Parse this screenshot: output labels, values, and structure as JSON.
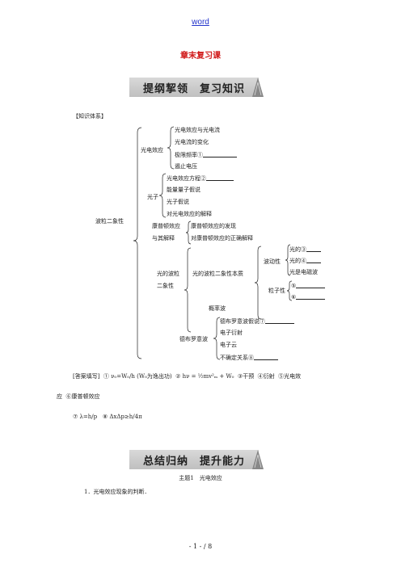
{
  "header": {
    "link_text": "word"
  },
  "chapter_title": "章末复习课",
  "banner1": {
    "text": "提纲挈领　复习知识"
  },
  "system_label": "【知识体系】",
  "tree": {
    "root": "波粒二象性",
    "pe": {
      "label": "光电效应",
      "items": [
        "光电效应与光电流",
        "光电流的变化",
        "极限频率①",
        "遏止电压"
      ]
    },
    "photon": {
      "label": "光子",
      "items": [
        "光电效应方程②",
        "能量量子假说",
        "光子假说",
        "对光电效应的解释"
      ]
    },
    "compton": {
      "label_line1": "康普顿效应",
      "label_line2": "与其解释",
      "items": [
        "康普顿效应的发现",
        "对康普顿效应的正确解释"
      ]
    },
    "light_dual": {
      "label_line1": "光的波粒",
      "label_line2": "二象性",
      "nature_label": "光的波粒二象性本质",
      "wave_label": "波动性",
      "wave_items": [
        "光的③",
        "光的④",
        "光是电磁波"
      ],
      "particle_label": "粒子性",
      "particle_items": [
        "⑤",
        "⑥"
      ],
      "prob": "概率波"
    },
    "debroglie": {
      "label": "德布罗意波",
      "items": [
        "德布罗意波假说⑦",
        "电子衍射",
        "电子云",
        "不确定关系⑧"
      ]
    }
  },
  "answers": {
    "prefix": "[答案填写]",
    "a1": "① ν₀=W₀/h (W₀为逸出功)",
    "a2": "② hν = ½mv²ₘ + W₀",
    "a3": "③干预",
    "a4": "④衍射",
    "a5_part1": "⑤光电效",
    "a5_part2": "应",
    "a6": "⑥康普顿效应",
    "a7": "⑦ λ=h/p",
    "a8": "⑧ ΔxΔp≥h/4π"
  },
  "banner2": {
    "text": "总结归纳　提升能力"
  },
  "topic": "主题1　光电效应",
  "point1": "1．光电效应现象的判断．",
  "footer": {
    "page": "- 1 - / 8"
  }
}
